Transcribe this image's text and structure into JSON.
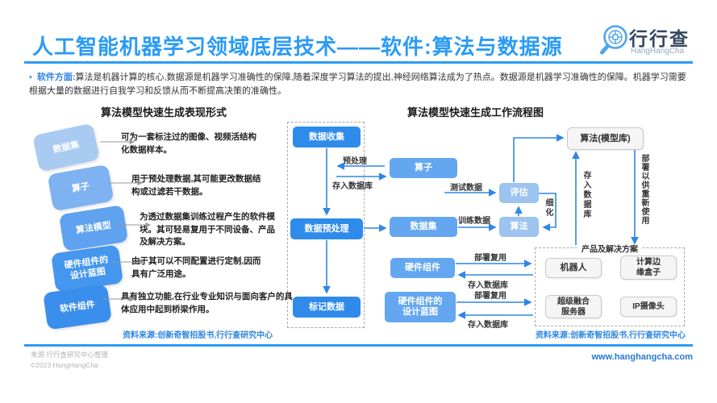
{
  "header": {
    "title": "人工智能机器学习领域底层技术——软件:算法与数据源",
    "logo": {
      "name": "行行查",
      "subtitle": "HangHangCha"
    }
  },
  "intro": {
    "bullet": "•",
    "label": "软件方面:",
    "text": "算法是机器计算的核心,数据源是机器学习准确性的保障,随着深度学习算法的提出,神经网络算法成为了热点。数据源是机器学习准确性的保障。机器学习需要根据大量的数据进行自我学习和反馈从而不断提高决策的准确性。"
  },
  "left_panel": {
    "title": "算法模型快速生成表现形式",
    "items": [
      {
        "label": "数据集",
        "desc": "可为一套标注过的图像、视频活结构化数据样本。",
        "color": "#A9CBF1"
      },
      {
        "label": "算子",
        "desc": "用于预处理数据,其可能更改数据结构或过滤若干数据。",
        "color": "#7FB2F0"
      },
      {
        "label": "算法模型",
        "desc": "为透过数据集训练过程产生的软件模块。其可轻易复用于不同设备、产品及解决方案。",
        "color": "#5EA2F0"
      },
      {
        "label": "硬件组件的设计蓝图",
        "desc": "由于其可以不同配置进行定制,因而具有广泛用途。",
        "color": "#4496EE"
      },
      {
        "label": "软件组件",
        "desc": "具有独立功能,在行业专业知识与面向客户的具体应用中起到桥梁作用。",
        "color": "#3A8EEC"
      }
    ],
    "source": "资料来源:创新奇智招股书,行行查研究中心"
  },
  "flowchart": {
    "title": "算法模型快速生成工作流程图",
    "nodes": {
      "data_collect": "数据收集",
      "data_preprocess": "数据预处理",
      "label_data": "标记数据",
      "operator": "算子",
      "dataset": "数据集",
      "evaluate": "评估",
      "algorithm": "算法",
      "model_lib": "算法(模型库)",
      "hw_component": "硬件组件",
      "hw_blueprint": "硬件组件的设计蓝图",
      "products_label": "产品及解决方案",
      "products": [
        "机器人",
        "计算边缘盒子",
        "超级融合服务器",
        "IP摄像头"
      ]
    },
    "edges": {
      "preprocess": "预处理",
      "store_db": "存入数据库",
      "test_data": "测试数据",
      "train_data": "训练数据",
      "refine": "细化",
      "deploy_reuse": "部署以供重新使用",
      "deploy_copy": "部署复用"
    },
    "source": "资料来源:创新奇智招股书,行行查研究中心"
  },
  "footer": {
    "source_line": "来源:行行查研究中心整理",
    "copyright": "©2023 HangHangCha",
    "website": "www.hanghangcha.com"
  },
  "colors": {
    "accent": "#2B9BF5",
    "arrow": "#2E86E8",
    "box_dark": "#2F8BE9",
    "box_mid": "#64A7F0",
    "box_light": "#9CC4EF",
    "source_text": "#2E86E0"
  }
}
